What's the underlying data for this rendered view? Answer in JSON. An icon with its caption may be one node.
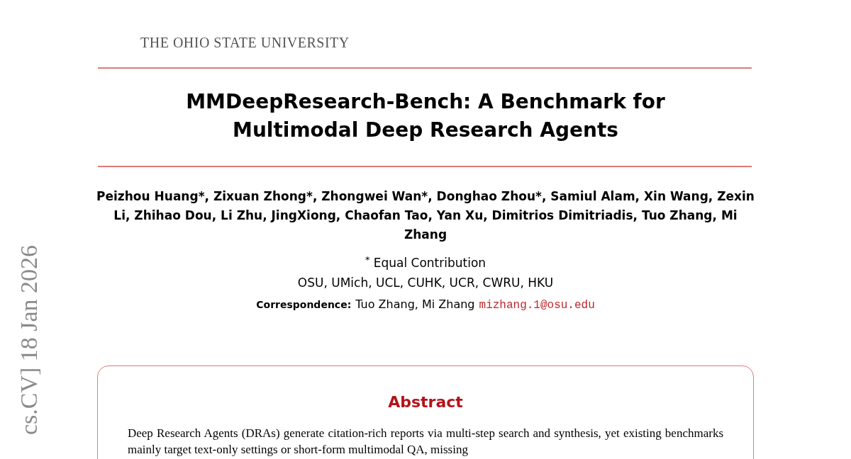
{
  "diagram": {
    "title": "MMDeepResearch-Bench: A Benchmark for Multimodal Deep Research Agents",
    "nodes": [
      {
        "text": [
          "Abstract",
          "Deep Research Agents (DRAs) generate citation-rich reports via multi-step search and synthesis, yet existing benchmarks mainly target text-only settings or short-form multimodal QA, missing"
        ]
      }
    ],
    "labels": [
      "THE OHIO STATE UNIVERSITY",
      "Peizhou Huang*, Zixuan Zhong*, Zhongwei Wan*, Donghao Zhou*, Samiul Alam, Xin Wang, Zexin Li, Zhihao Dou, Li Zhu, JingXiong, Chaofan Tao, Yan Xu, Dimitrios Dimitriadis, Tuo Zhang, Mi Zhang",
      "$^{*}$ Equal Contribution",
      "OSU, UMich, UCL, CUHK, UCR, CWRU, HKU",
      "Correspondence:",
      "Tuo Zhang, Mi Zhang",
      "mizhang.1@osu.edu",
      "cs.CV] 18 Jan 2026"
    ]
  }
}
